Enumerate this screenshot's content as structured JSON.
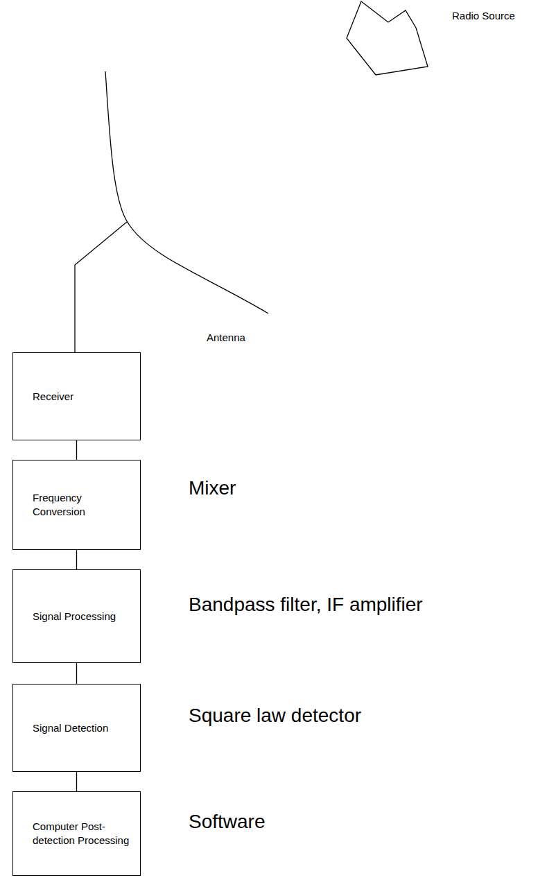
{
  "diagram": {
    "nodes": [
      {
        "text": [
          "Receiver"
        ]
      },
      {
        "text": [
          "Frequency Conversion"
        ]
      },
      {
        "text": [
          "Signal Processing"
        ]
      },
      {
        "text": [
          "Signal Detection"
        ]
      },
      {
        "text": [
          "Computer Post-detection Processing"
        ]
      }
    ],
    "edges": [
      {
        "from": 0,
        "to": 1,
        "arrow": "none"
      },
      {
        "from": 1,
        "to": 2,
        "arrow": "none"
      },
      {
        "from": 2,
        "to": 3,
        "arrow": "none"
      },
      {
        "from": 3,
        "to": 4,
        "arrow": "none"
      }
    ],
    "labels": [
      "Radio Source",
      "Antenna",
      "Mixer",
      "Bandpass filter, IF amplifier",
      "Square law detector",
      "Software"
    ]
  }
}
